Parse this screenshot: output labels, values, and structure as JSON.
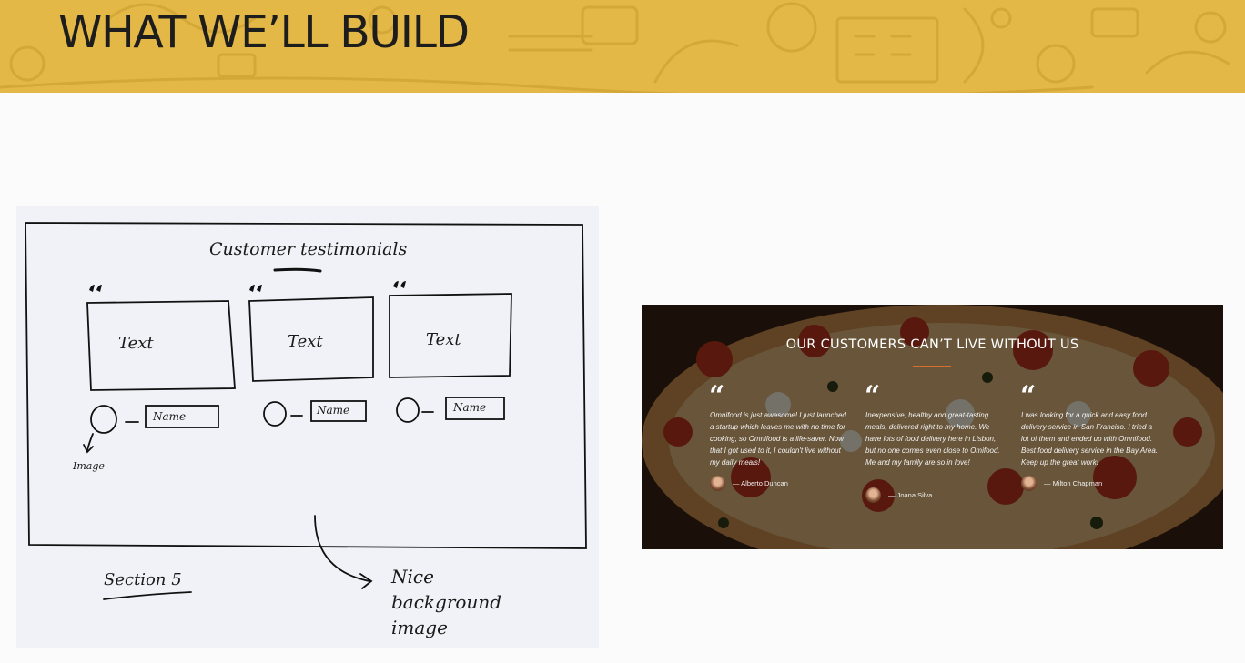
{
  "slide": {
    "title": "WHAT WE’LL BUILD"
  },
  "sketch": {
    "title": "Customer testimonials",
    "box_text": [
      "Text",
      "Text",
      "Text"
    ],
    "name_labels": [
      "Name",
      "Name",
      "Name"
    ],
    "image_label": "Image",
    "section_label": "Section 5",
    "note": "Nice\nbackground\nimage"
  },
  "mockup": {
    "title": "OUR CUSTOMERS CAN’T LIVE WITHOUT US",
    "quote_mark": "“",
    "testimonials": [
      {
        "text": "Omnifood is just awesome! I just launched a startup which leaves me with no time for cooking, so Omnifood is a life-saver. Now that I got used to it, I couldn't live without my daily meals!",
        "author": "— Alberto Duncan"
      },
      {
        "text": "Inexpensive, healthy and great-tasting meals, delivered right to my home. We have lots of food delivery here in Lisbon, but no one comes even close to Omifood. Me and my family are so in love!",
        "author": "— Joana Silva"
      },
      {
        "text": "I was looking for a quick and easy food delivery service in San Franciso. I tried a lot of them and ended up with Omnifood. Best food delivery service in the Bay Area. Keep up the great work!",
        "author": "— Milton Chapman"
      }
    ],
    "accent_color": "#d46f2c"
  },
  "colors": {
    "header": "#e4b847"
  }
}
